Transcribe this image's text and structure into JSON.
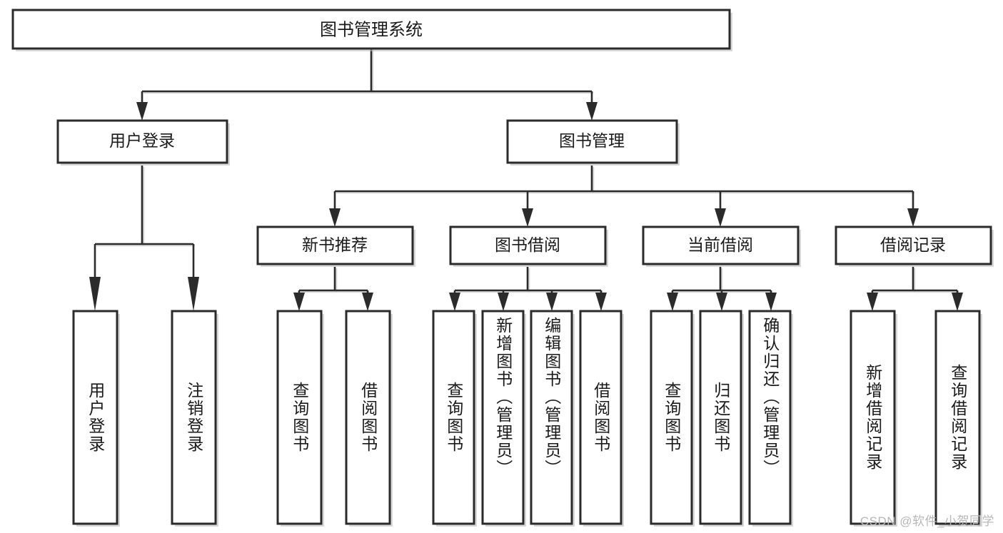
{
  "diagram": {
    "title": "图书管理系统",
    "type": "tree-hierarchy-diagram",
    "colors": {
      "box_stroke": "#2b2b2b",
      "box_fill": "#ffffff",
      "edge": "#2b2b2b",
      "text": "#1a1a1a",
      "watermark": "#b7b7b7",
      "background": "#ffffff"
    },
    "root": {
      "label": "图书管理系统"
    },
    "level2": [
      {
        "label": "用户登录"
      },
      {
        "label": "图书管理"
      }
    ],
    "level3": [
      {
        "label": "新书推荐"
      },
      {
        "label": "图书借阅"
      },
      {
        "label": "当前借阅"
      },
      {
        "label": "借阅记录"
      }
    ],
    "leaves": {
      "user_login": [
        {
          "label": "用户登录"
        },
        {
          "label": "注销登录"
        }
      ],
      "new_book_recommend": [
        {
          "label": "查询图书"
        },
        {
          "label": "借阅图书"
        }
      ],
      "book_borrow": [
        {
          "label": "查询图书"
        },
        {
          "label": "新增图书（管理员）"
        },
        {
          "label": "编辑图书（管理员）"
        },
        {
          "label": "借阅图书"
        }
      ],
      "current_borrow": [
        {
          "label": "查询图书"
        },
        {
          "label": "归还图书"
        },
        {
          "label": "确认归还（管理员）"
        }
      ],
      "borrow_record": [
        {
          "label": "新增借阅记录"
        },
        {
          "label": "查询借阅记录"
        }
      ]
    },
    "watermark": "CSDN @软件_小贺同学"
  }
}
